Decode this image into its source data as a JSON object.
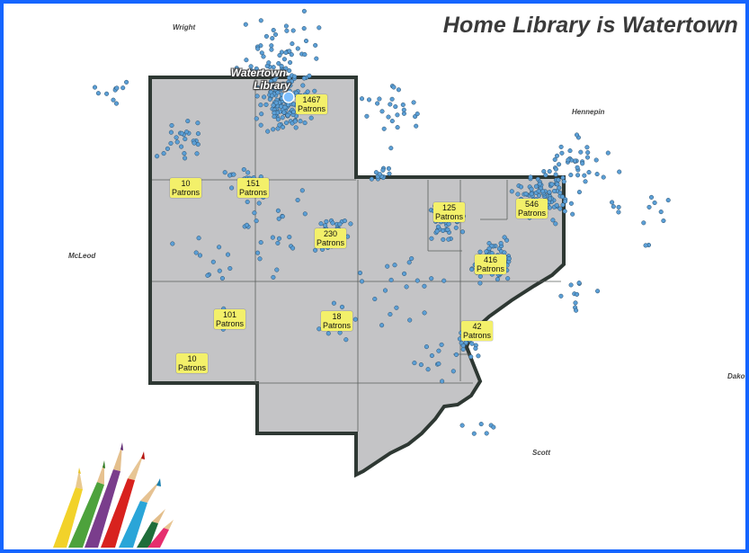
{
  "title": "Home Library is Watertown",
  "library": {
    "line1": "Watertown",
    "line2": "Library"
  },
  "regions": [
    {
      "id": "wright",
      "name": "Wright"
    },
    {
      "id": "hennepin",
      "name": "Hennepin"
    },
    {
      "id": "mcleod",
      "name": "McLeod"
    },
    {
      "id": "scott",
      "name": "Scott"
    },
    {
      "id": "dakota",
      "name": "Dako"
    }
  ],
  "clusters": [
    {
      "id": "c1467",
      "count": "1467",
      "unit": "Patrons"
    },
    {
      "id": "c10a",
      "count": "10",
      "unit": "Patrons"
    },
    {
      "id": "c151",
      "count": "151",
      "unit": "Patrons"
    },
    {
      "id": "c230",
      "count": "230",
      "unit": "Patrons"
    },
    {
      "id": "c125",
      "count": "125",
      "unit": "Patrons"
    },
    {
      "id": "c546",
      "count": "546",
      "unit": "Patrons"
    },
    {
      "id": "c416",
      "count": "416",
      "unit": "Patrons"
    },
    {
      "id": "c101",
      "count": "101",
      "unit": "Patrons"
    },
    {
      "id": "c18",
      "count": "18",
      "unit": "Patrons"
    },
    {
      "id": "c42",
      "count": "42",
      "unit": "Patrons"
    },
    {
      "id": "c10b",
      "count": "10",
      "unit": "Patrons"
    }
  ],
  "colors": {
    "frame": "#1565ff",
    "county_fill": "#c4c4c6",
    "county_border": "#2e3833",
    "patron_dot": "#5b9fd6",
    "label_fill": "#f3f06a"
  }
}
